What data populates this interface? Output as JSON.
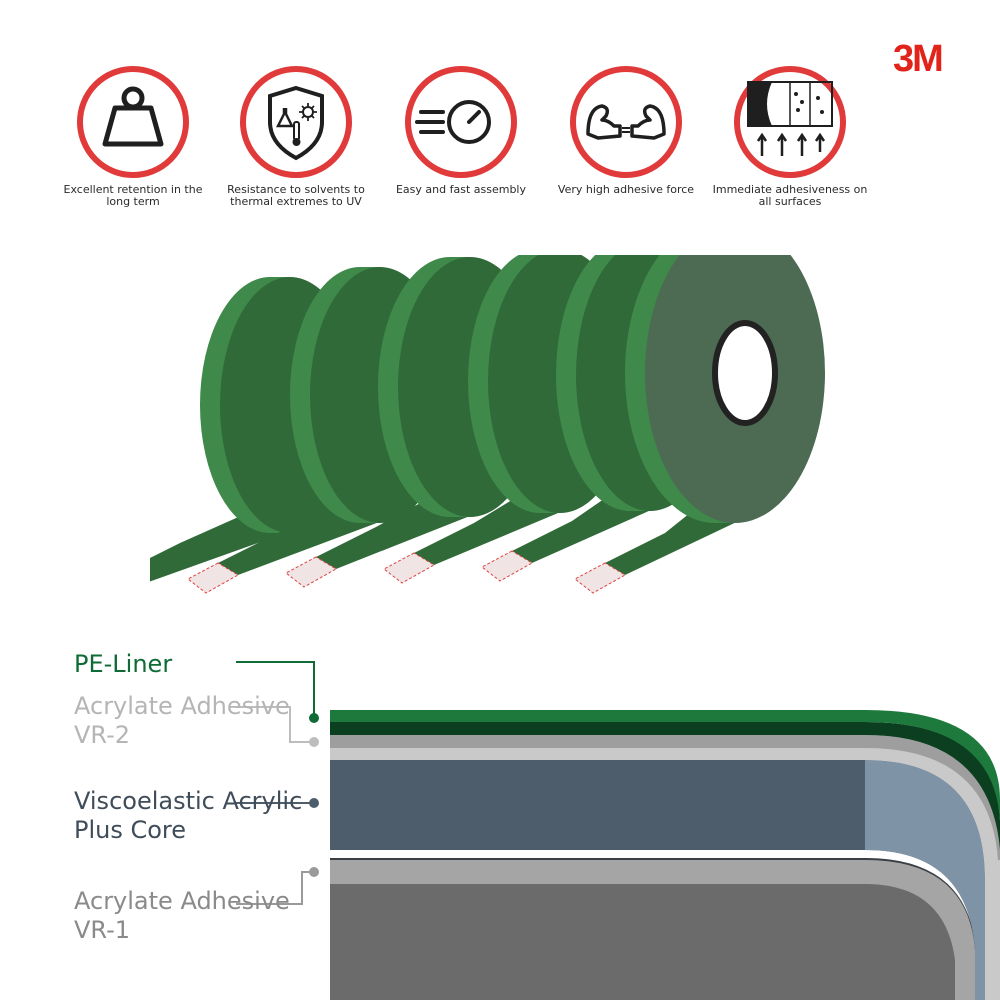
{
  "brand": {
    "logo_text": "3M",
    "logo_color": "#e2231a"
  },
  "colors": {
    "badge_ring": "#e03a3a",
    "icon_stroke": "#1f1f1f",
    "liner_green": "#1e7a3c",
    "liner_dark": "#0c3f1f",
    "adhesive_gray": "#b9b9b9",
    "core_slate": "#4e5d6c",
    "core_edge": "#7f93a6",
    "base_gray": "#6b6b6b",
    "tape_green": "#3f8a4a",
    "tape_green_dark": "#2f6a38"
  },
  "features": [
    {
      "icon": "weight-icon",
      "label": "Excellent retention in the long term"
    },
    {
      "icon": "shield-lab-icon",
      "label": "Resistance to solvents to thermal extremes to UV"
    },
    {
      "icon": "speed-gauge-icon",
      "label": "Easy and fast assembly"
    },
    {
      "icon": "strong-arms-icon",
      "label": "Very high adhesive force"
    },
    {
      "icon": "surface-arrows-icon",
      "label": "Immediate adhesiveness on all surfaces"
    }
  ],
  "layers": [
    {
      "name": "PE-Liner",
      "color": "#0f6b35"
    },
    {
      "name": "Acrylate Adhesive VR-2",
      "color": "#b5b5b5"
    },
    {
      "name": "Viscoelastic Acrylic Plus Core",
      "color": "#3f4c5a"
    },
    {
      "name": "Acrylate Adhesive VR-1",
      "color": "#8a8a8a"
    }
  ]
}
